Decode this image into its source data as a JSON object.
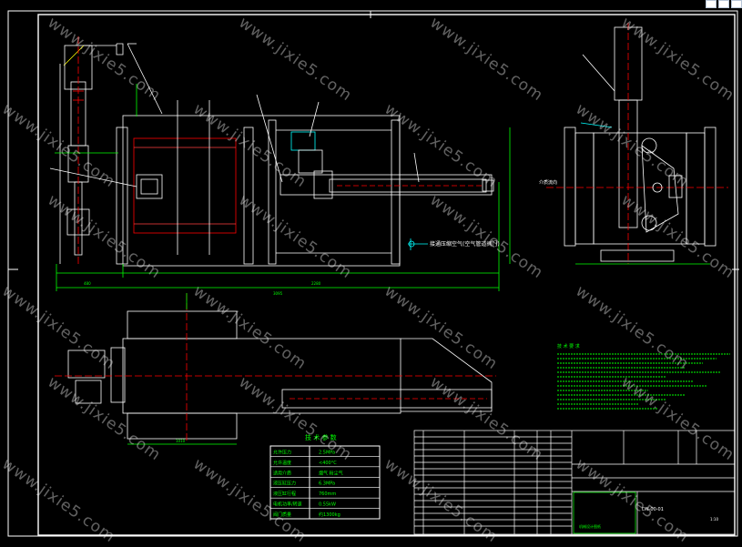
{
  "watermark": "www.jixie5.com",
  "tech_params": {
    "title": "技 术 参 数",
    "rows": [
      {
        "k": "允许压力",
        "v": "2.5MPa"
      },
      {
        "k": "允许温度",
        "v": "<400°C"
      },
      {
        "k": "适用介质",
        "v": "烟气 粉尘气"
      },
      {
        "k": "液压缸压力",
        "v": "6.3MPa"
      },
      {
        "k": "液压缸行程",
        "v": "760mm"
      },
      {
        "k": "电机功率/转速",
        "v": "0.55kW"
      },
      {
        "k": "阀门质量",
        "v": "约1300kg"
      }
    ]
  },
  "notes_title": "技 术 要 求",
  "side_label": "介质流向",
  "pipe_label": "接通压缩空气(空气管道阀门)",
  "dims": {
    "d1": "480",
    "d2": "2280",
    "d3": "3095",
    "d4": "1010"
  },
  "title_block": {
    "drawing_no": "DN-00-01",
    "scale": "1:10",
    "company": "机械设计图纸"
  },
  "colors": {
    "border": "#ffffff",
    "outline": "#ffffff",
    "green": "#00ff00",
    "cyan": "#00ffff",
    "yellow": "#ffff00",
    "red": "#ff0000",
    "magenta": "#ff00ff"
  }
}
